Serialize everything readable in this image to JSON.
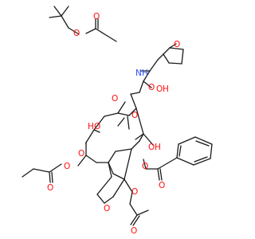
{
  "colors": {
    "bond": "#1a1a1a",
    "carbon": "#1a1a1a",
    "oxygen": "#ff0d0d",
    "nitrogen": "#3050f8",
    "background": "#ffffff"
  },
  "atom_labels": {
    "a0": "O",
    "a1": "O",
    "a2": "N",
    "a3": "H",
    "a4": "O",
    "a5": "O",
    "a6": "H",
    "a7": "O",
    "a8": "O",
    "a9": "O",
    "a10": "H",
    "a11": "O",
    "a12": "H",
    "a13": "O",
    "a14": "O",
    "a15": "O",
    "a16": "O",
    "a17": "O",
    "a18": "O",
    "a19": "O",
    "a20": "O",
    "a21": "O"
  }
}
